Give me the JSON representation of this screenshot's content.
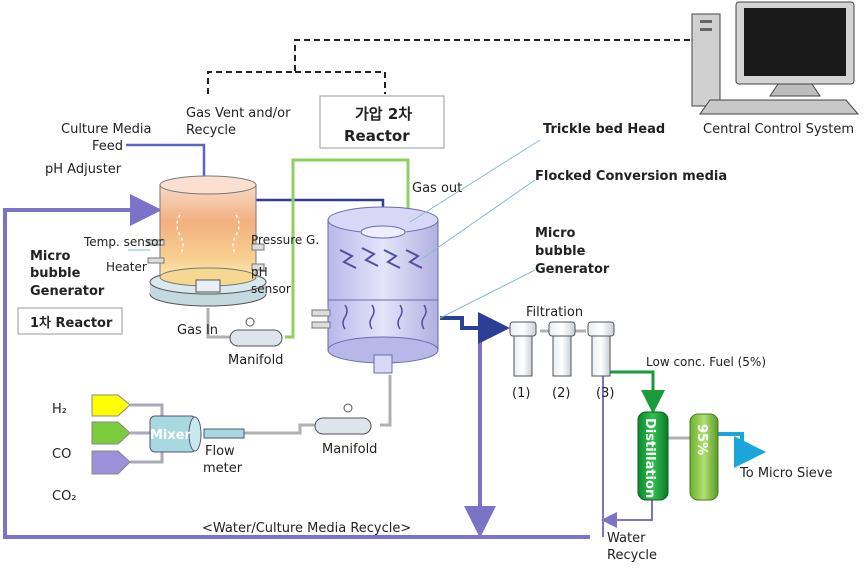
{
  "labels": {
    "culture_media_feed_1": "Culture Media",
    "culture_media_feed_2": "Feed",
    "gas_vent_1": "Gas Vent and/or",
    "gas_vent_2": "Recycle",
    "reactor2_1": "가압 2차",
    "reactor2_2": "Reactor",
    "trickle_bed_head": "Trickle bed Head",
    "central_control": "Central Control System",
    "ph_adjuster": "pH Adjuster",
    "gas_out": "Gas out",
    "flocked_media": "Flocked Conversion media",
    "micro_bubble_right_1": "Micro",
    "micro_bubble_right_2": "bubble",
    "micro_bubble_right_3": "Generator",
    "micro_bubble_left_1": "Micro",
    "micro_bubble_left_2": "bubble",
    "micro_bubble_left_3": "Generator",
    "temp_sensor": "Temp. sensor",
    "heater": "Heater",
    "pressure": "Pressure G.",
    "ph_sensor_1": "pH",
    "ph_sensor_2": "sensor",
    "reactor1": "1차 Reactor",
    "gas_in": "Gas In",
    "manifold_top": "Manifold",
    "manifold_bottom": "Manifold",
    "filtration": "Filtration",
    "filter_1": "(1)",
    "filter_2": "(2)",
    "filter_3": "(3)",
    "low_conc_fuel": "Low conc. Fuel (5%)",
    "h2": "H₂",
    "co": "CO",
    "co2": "CO₂",
    "mixer": "Mixer",
    "flow_meter_1": "Flow",
    "flow_meter_2": "meter",
    "distillation": "Distillation",
    "percent_95": "95%",
    "to_micro_sieve": "To Micro Sieve",
    "water_recycle_main": "<Water/Culture Media Recycle>",
    "water_recycle_1": "Water",
    "water_recycle_2": "Recycle"
  },
  "colors": {
    "recycle_line": "#7b73c8",
    "feed_line": "#2c3e96",
    "gas_line": "#8fd060",
    "fuel_line": "#1a9a3a",
    "product_line": "#1aa6d8",
    "h2_gas": "#ffff00",
    "co_gas": "#7ccc3c",
    "co2_gas": "#9c90d8"
  },
  "icons": [
    "computer-icon",
    "reactor-vessel",
    "trickle-bed-reactor",
    "filter-cartridge",
    "gas-cylinder",
    "mixer",
    "manifold-pump"
  ]
}
